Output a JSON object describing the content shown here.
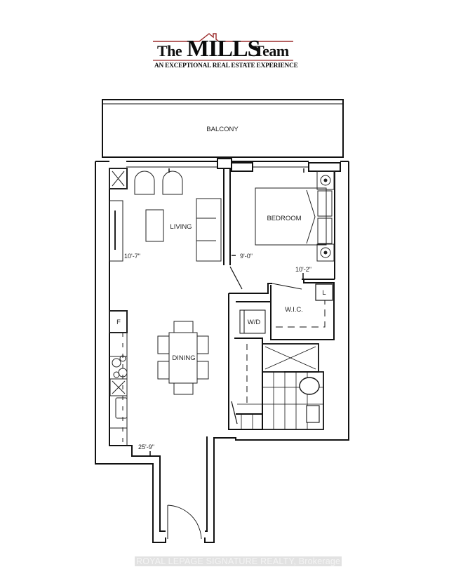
{
  "logo": {
    "the": "The",
    "mills": "MILLS",
    "team": "Team",
    "tagline": "AN EXCEPTIONAL REAL ESTATE EXPERIENCE",
    "rule_color": "#9b2b2b"
  },
  "floorplan": {
    "rooms": {
      "balcony": "BALCONY",
      "living": "LIVING",
      "bedroom": "BEDROOM",
      "dining": "DINING",
      "wic": "W.I.C.",
      "wd": "W/D",
      "fridge": "F",
      "linen": "L"
    },
    "dimensions": {
      "living": "10'-7\"",
      "bedroom_width": "9'-0\"",
      "bedroom_depth": "10'-2\"",
      "overall": "25'-9\""
    }
  },
  "watermark": "ROYAL LEPAGE SIGNATURE REALTY, Brokerage"
}
